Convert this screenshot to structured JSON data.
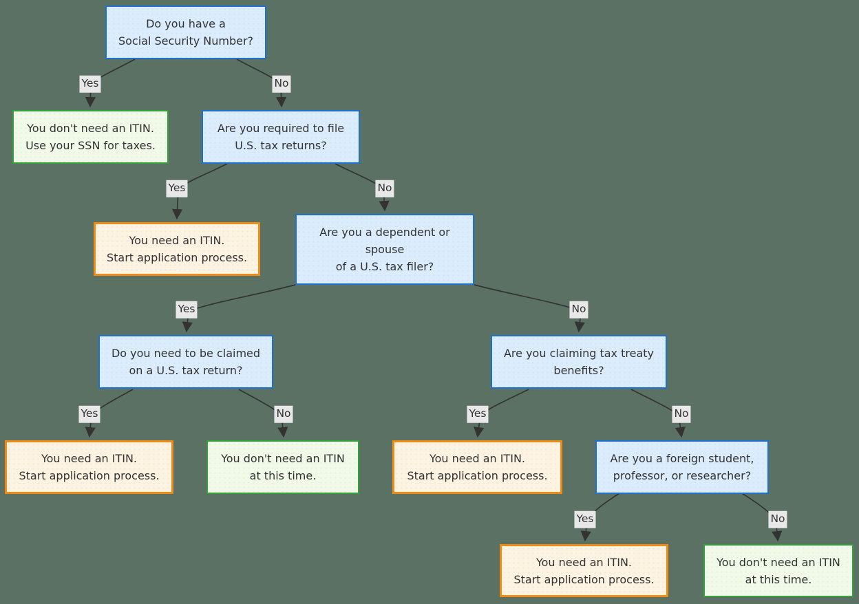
{
  "diagram": {
    "description": "ITIN eligibility decision flowchart",
    "colors": {
      "background": "#5a7163",
      "question_fill": "#dbecfc",
      "question_border": "#1d6fd0",
      "positive_outcome_fill": "#f1f9e9",
      "positive_outcome_border": "#36a03a",
      "action_outcome_fill": "#fdf3e2",
      "action_outcome_border": "#f08b16",
      "edge_stroke": "#333333",
      "edge_label_bg": "#e8e8e8",
      "text": "#333333"
    },
    "nodes": {
      "q1": {
        "type": "question",
        "lines": [
          "Do you have a",
          "Social Security Number?"
        ]
      },
      "a1": {
        "type": "outcome-green",
        "lines": [
          "You don't need an ITIN.",
          "Use your SSN for taxes."
        ]
      },
      "q2": {
        "type": "question",
        "lines": [
          "Are you required to file",
          "U.S. tax returns?"
        ]
      },
      "a2": {
        "type": "outcome-orange",
        "lines": [
          "You need an ITIN.",
          "Start application process."
        ]
      },
      "q3": {
        "type": "question",
        "lines": [
          "Are you a dependent or",
          "spouse",
          "of a U.S. tax filer?"
        ]
      },
      "q4": {
        "type": "question",
        "lines": [
          "Do you need to be claimed",
          "on a U.S. tax return?"
        ]
      },
      "q5": {
        "type": "question",
        "lines": [
          "Are you claiming tax treaty",
          "benefits?"
        ]
      },
      "a3": {
        "type": "outcome-orange",
        "lines": [
          "You need an ITIN.",
          "Start application process."
        ]
      },
      "a4": {
        "type": "outcome-green",
        "lines": [
          "You don't need an ITIN",
          "at this time."
        ]
      },
      "a5": {
        "type": "outcome-orange",
        "lines": [
          "You need an ITIN.",
          "Start application process."
        ]
      },
      "q6": {
        "type": "question",
        "lines": [
          "Are you a foreign student,",
          "professor, or researcher?"
        ]
      },
      "a6": {
        "type": "outcome-orange",
        "lines": [
          "You need an ITIN.",
          "Start application process."
        ]
      },
      "a7": {
        "type": "outcome-green",
        "lines": [
          "You don't need an ITIN",
          "at this time."
        ]
      }
    },
    "edges": {
      "e1": {
        "from": "q1",
        "to": "a1",
        "label": "Yes"
      },
      "e2": {
        "from": "q1",
        "to": "q2",
        "label": "No"
      },
      "e3": {
        "from": "q2",
        "to": "a2",
        "label": "Yes"
      },
      "e4": {
        "from": "q2",
        "to": "q3",
        "label": "No"
      },
      "e5": {
        "from": "q3",
        "to": "q4",
        "label": "Yes"
      },
      "e6": {
        "from": "q3",
        "to": "q5",
        "label": "No"
      },
      "e7": {
        "from": "q4",
        "to": "a3",
        "label": "Yes"
      },
      "e8": {
        "from": "q4",
        "to": "a4",
        "label": "No"
      },
      "e9": {
        "from": "q5",
        "to": "a5",
        "label": "Yes"
      },
      "e10": {
        "from": "q5",
        "to": "q6",
        "label": "No"
      },
      "e11": {
        "from": "q6",
        "to": "a6",
        "label": "Yes"
      },
      "e12": {
        "from": "q6",
        "to": "a7",
        "label": "No"
      }
    }
  }
}
